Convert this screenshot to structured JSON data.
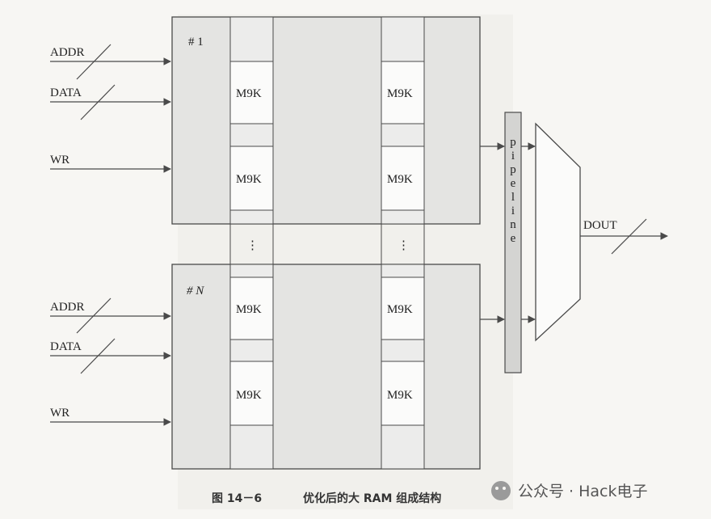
{
  "diagram": {
    "block_top_label": "# 1",
    "block_bottom_label": "# N",
    "inputs": {
      "addr": "ADDR",
      "data": "DATA",
      "wr": "WR"
    },
    "memory_cell_label": "M9K",
    "ellipsis": "⋮",
    "pipeline_label": "pipeline",
    "output_label": "DOUT"
  },
  "caption": {
    "number": "图 14－6",
    "title": "优化后的大 RAM 组成结构"
  },
  "watermark": {
    "text": "公众号 · Hack电子"
  },
  "colors": {
    "block_fill": "#e4e4e2",
    "column_fill": "#ececeb",
    "cell_fill": "#fbfbfa",
    "stroke": "#4a4a4a"
  }
}
